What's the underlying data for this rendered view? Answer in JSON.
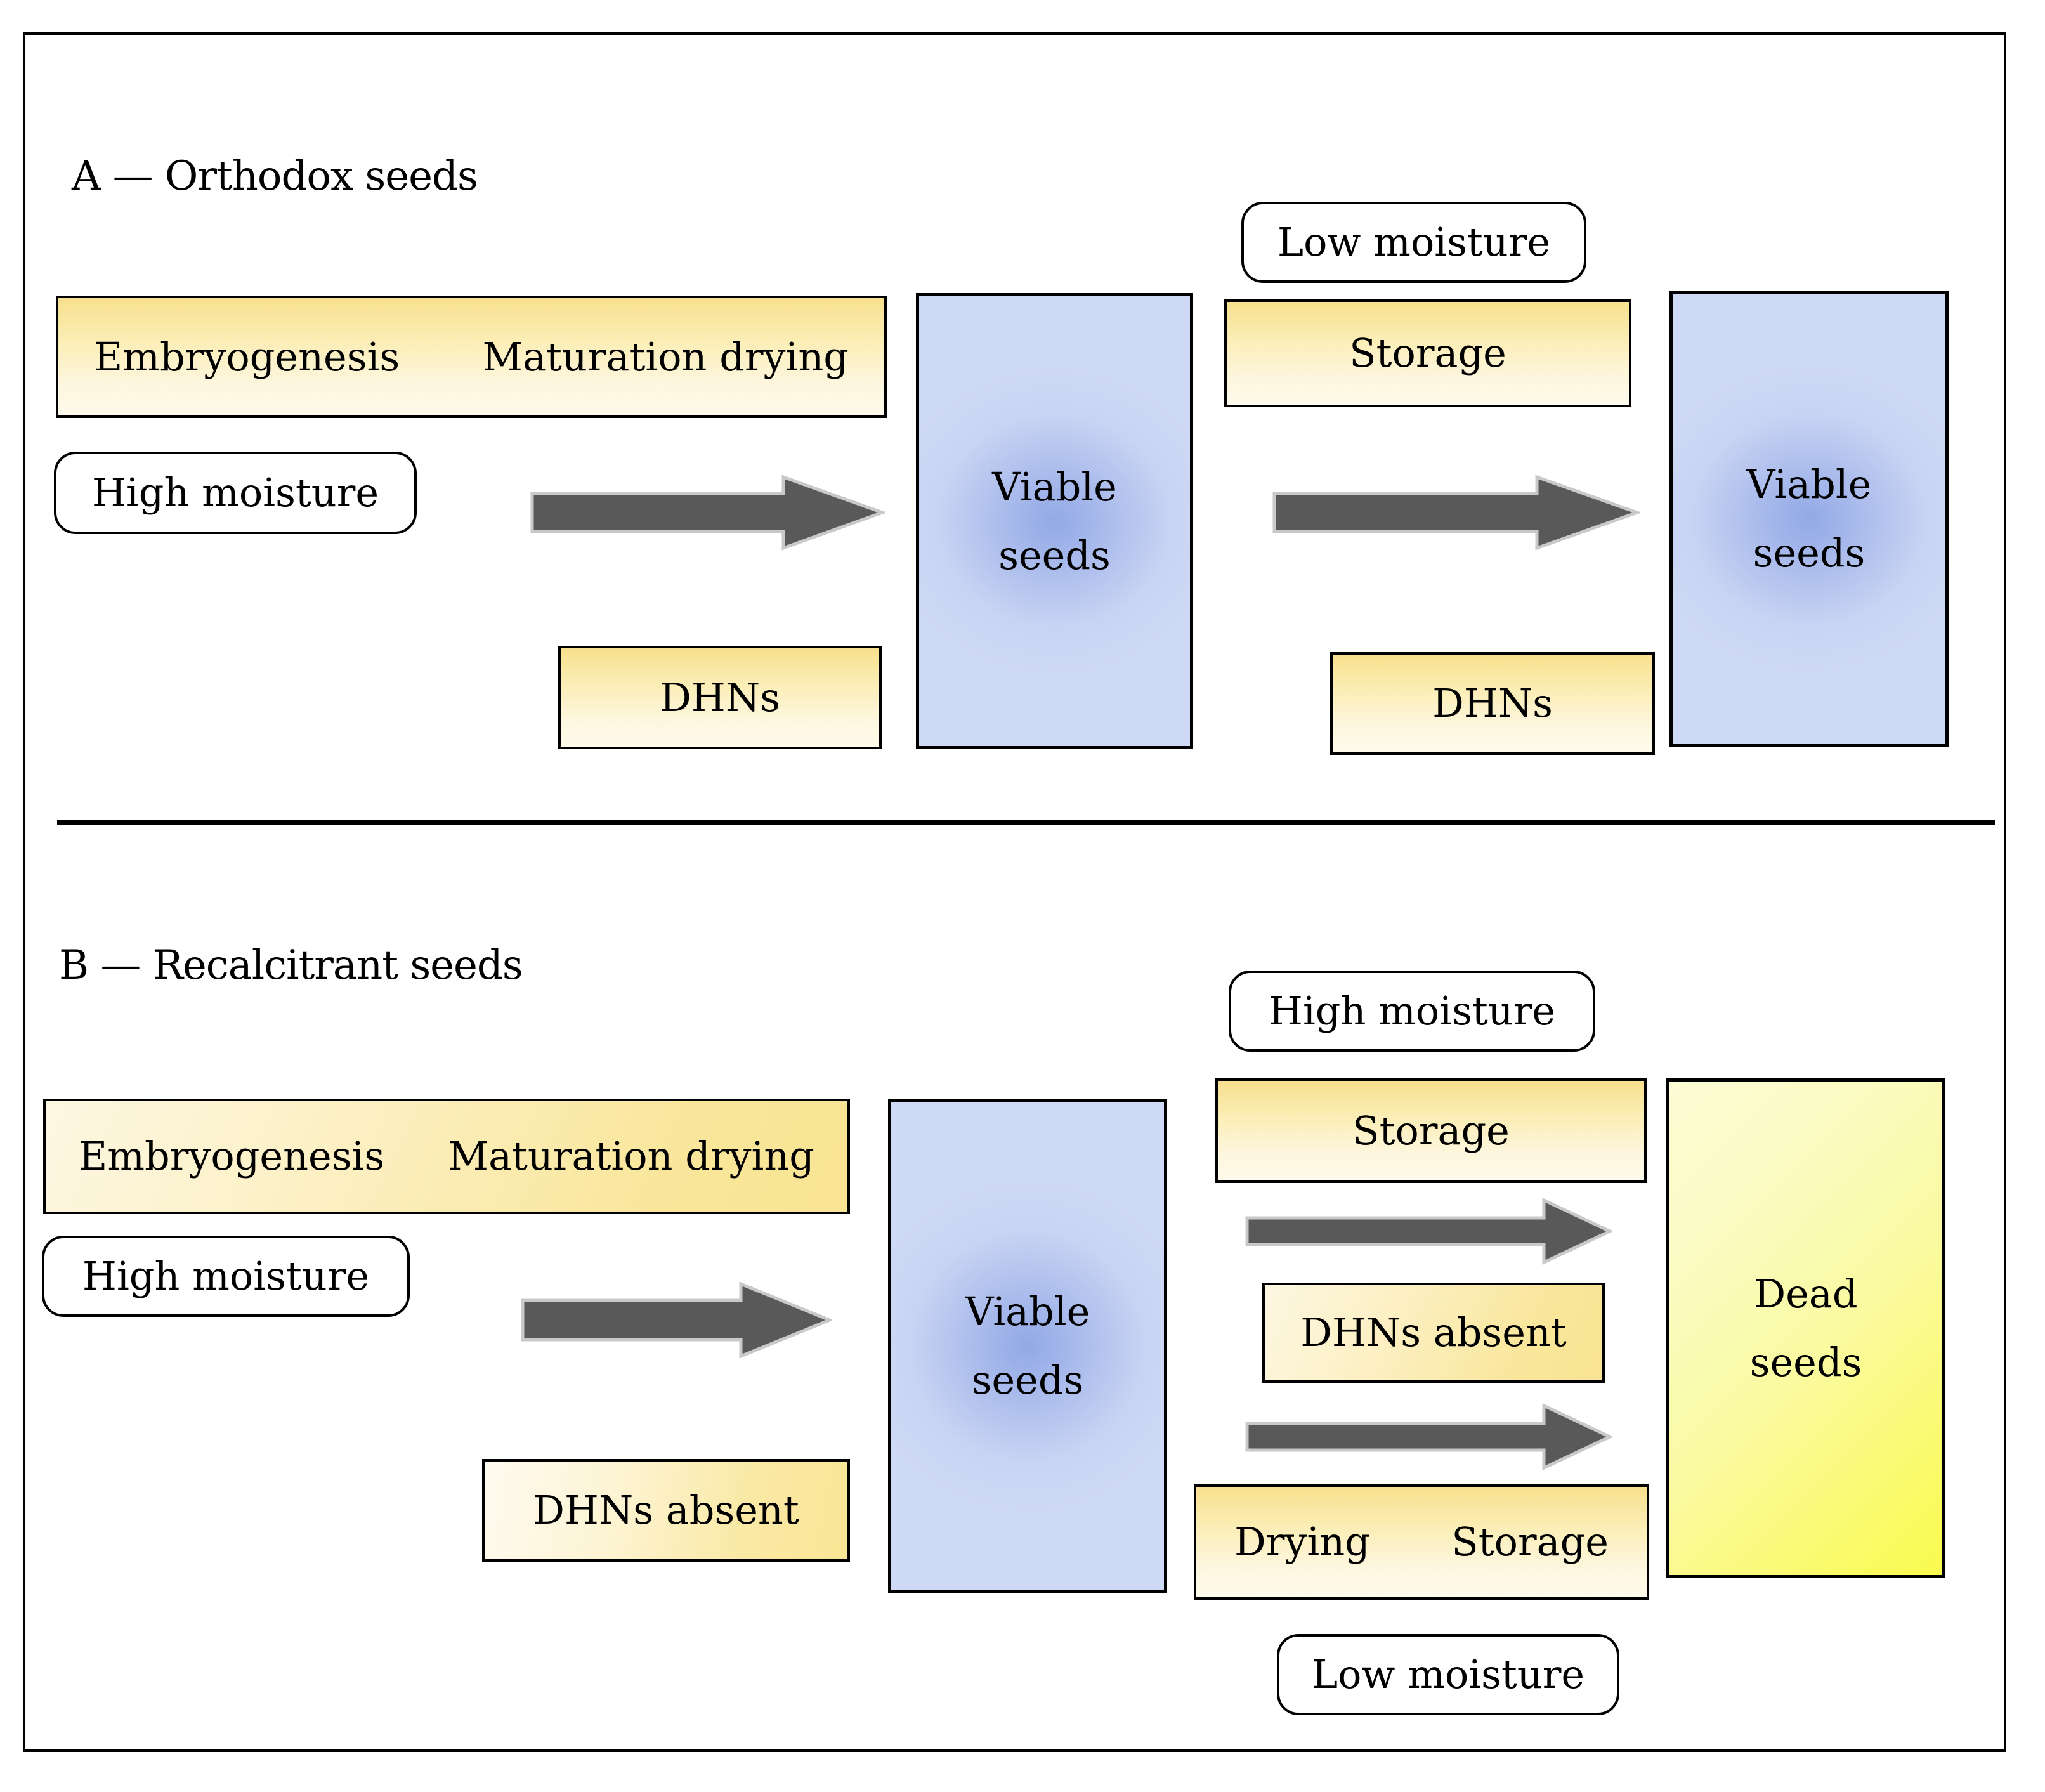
{
  "figure": {
    "panels": [
      {
        "id": "A",
        "title": "A — Orthodox seeds",
        "nodes": {
          "stage_box_left": "Embryogenesis",
          "stage_box_right": "Maturation drying",
          "moisture_left": "High moisture",
          "dhn_left": "DHNs",
          "seeds_mid_line1": "Viable",
          "seeds_mid_line2": "seeds",
          "moisture_right": "Low moisture",
          "storage_right": "Storage",
          "dhn_right": "DHNs",
          "seeds_right_line1": "Viable",
          "seeds_right_line2": "seeds"
        }
      },
      {
        "id": "B",
        "title": "B — Recalcitrant seeds",
        "nodes": {
          "stage_box_left": "Embryogenesis",
          "stage_box_right": "Maturation drying",
          "moisture_left": "High moisture",
          "dhn_left": "DHNs absent",
          "seeds_mid_line1": "Viable",
          "seeds_mid_line2": "seeds",
          "moisture_top_right": "High moisture",
          "storage_top_right": "Storage",
          "dhn_right": "DHNs absent",
          "drying_bottom": "Drying",
          "storage_bottom": "Storage",
          "moisture_bottom_right": "Low moisture",
          "dead_right_line1": "Dead",
          "dead_right_line2": "seeds"
        }
      }
    ],
    "colors": {
      "arrow_fill": "#595959",
      "arrow_outline": "#bfbfbf",
      "yellow_top": "#f7e08d",
      "yellow_bottom": "#fefbec",
      "blue_center": "#93a9e6",
      "blue_edge": "#ced9f5",
      "dead_light": "#fcfcd6",
      "dead_bright": "#fafa4e",
      "border": "#000000",
      "background": "#ffffff"
    }
  }
}
